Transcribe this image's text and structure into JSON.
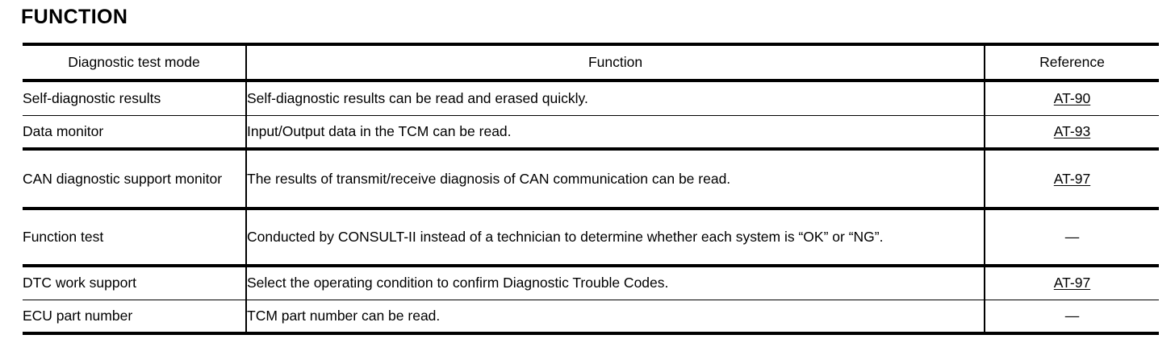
{
  "section": {
    "title": "FUNCTION"
  },
  "table": {
    "headers": {
      "mode": "Diagnostic test mode",
      "function": "Function",
      "reference": "Reference"
    },
    "rows": [
      {
        "mode": "Self-diagnostic results",
        "function": "Self-diagnostic results can be read and erased quickly.",
        "reference": "AT-90",
        "reference_is_link": true
      },
      {
        "mode": "Data monitor",
        "function": "Input/Output data in the TCM can be read.",
        "reference": "AT-93",
        "reference_is_link": true
      },
      {
        "mode": "CAN diagnostic support monitor",
        "function": "The results of transmit/receive diagnosis of CAN communication can be read.",
        "reference": "AT-97",
        "reference_is_link": true
      },
      {
        "mode": "Function test",
        "function": "Conducted by CONSULT-II instead of a technician to determine whether each system is “OK” or “NG”.",
        "reference": "—",
        "reference_is_link": false
      },
      {
        "mode": "DTC work support",
        "function": "Select the operating condition to confirm Diagnostic Trouble Codes.",
        "reference": "AT-97",
        "reference_is_link": true
      },
      {
        "mode": "ECU part number",
        "function": "TCM part number can be read.",
        "reference": "—",
        "reference_is_link": false
      }
    ]
  },
  "colors": {
    "ink": "#000000",
    "paper": "#ffffff"
  }
}
